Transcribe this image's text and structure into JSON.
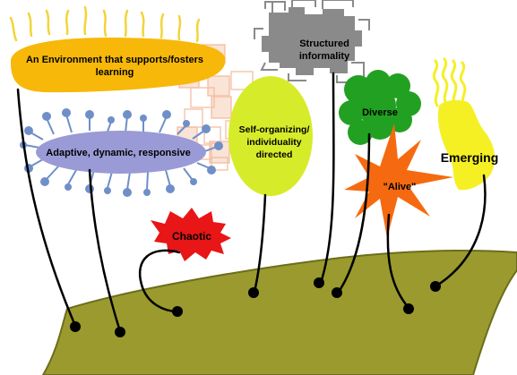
{
  "labels": {
    "environment_line1": "An Environment that supports/fosters",
    "environment_line2": "learning",
    "structured_line1": "Structured",
    "structured_line2": "informality",
    "adaptive": "Adaptive, dynamic, responsive",
    "self_org_line1": "Self-organizing/",
    "self_org_line2": "individuality",
    "self_org_line3": "directed",
    "diverse": "Diverse",
    "alive": "\"Alive\"",
    "emerging": "Emerging",
    "chaotic": "Chaotic"
  },
  "colors": {
    "ground": "#9a9a2e",
    "ground_stroke": "#6d6d1c",
    "environment_blob": "#f7b80a",
    "environment_hairs": "#f2d43a",
    "adaptive_blob": "#9a9ad6",
    "adaptive_spikes": "#6f8fc8",
    "self_org_blob": "#d6ec2a",
    "structured_blob": "#8a8a8a",
    "diverse_blob": "#22a022",
    "alive_star": "#f56a10",
    "emerging_blob": "#f4f024",
    "chaotic_splat": "#e81616",
    "squares": "#f3b592",
    "stems": "#000000"
  }
}
